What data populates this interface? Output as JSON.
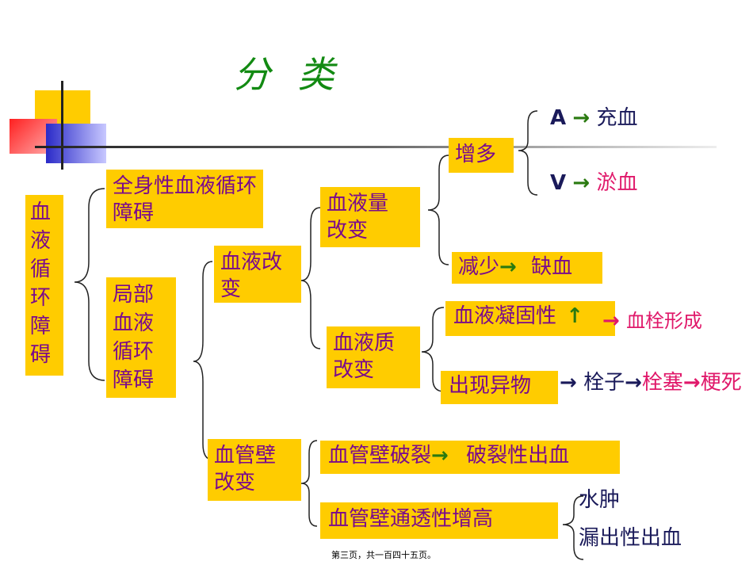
{
  "title": "分 类",
  "root": "血液循环障碍",
  "systemic": "全身性血液循环障碍",
  "local": "局部血液循环障碍",
  "blood_change": "血液改变",
  "vessel_change": "血管壁改变",
  "blood_volume": "血液量改变",
  "blood_quality": "血液质改变",
  "increase": "增多",
  "arterial": "A",
  "hyperemia": "充血",
  "venous": "V",
  "congestion": "淤血",
  "decrease": "减少",
  "ischemia": "缺血",
  "coagulability": "血液凝固性",
  "up_arrow": "↑",
  "thrombosis": "血栓形成",
  "foreign_matter": "出现异物",
  "embolus": "栓子",
  "embolism": "栓塞",
  "infarction": "梗死",
  "vessel_rupture": "血管壁破裂",
  "rupture_hemorrhage": "破裂性出血",
  "permeability": "血管壁通透性增高",
  "edema": "水肿",
  "leak_hemorrhage": "漏出性出血",
  "arrow": "→",
  "footer": "第三页，共一百四十五页。"
}
